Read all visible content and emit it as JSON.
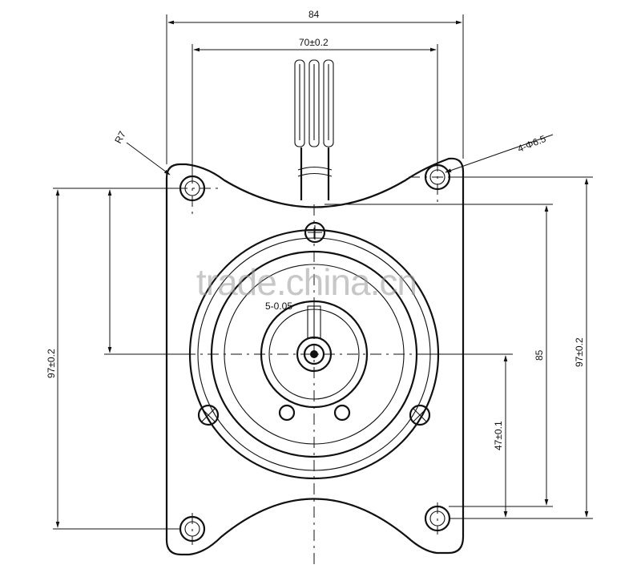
{
  "dimensions": {
    "overall_width": "84",
    "hole_spacing": "70±0.2",
    "corner_radius": "R7",
    "mounting_holes": "4-Φ6.5",
    "height_left": "97±0.2",
    "height_right": "97±0.2",
    "center_height": "85",
    "lower_height": "47±0.1",
    "shaft_note": "5-0.05"
  },
  "watermark": "trade.china.cn"
}
